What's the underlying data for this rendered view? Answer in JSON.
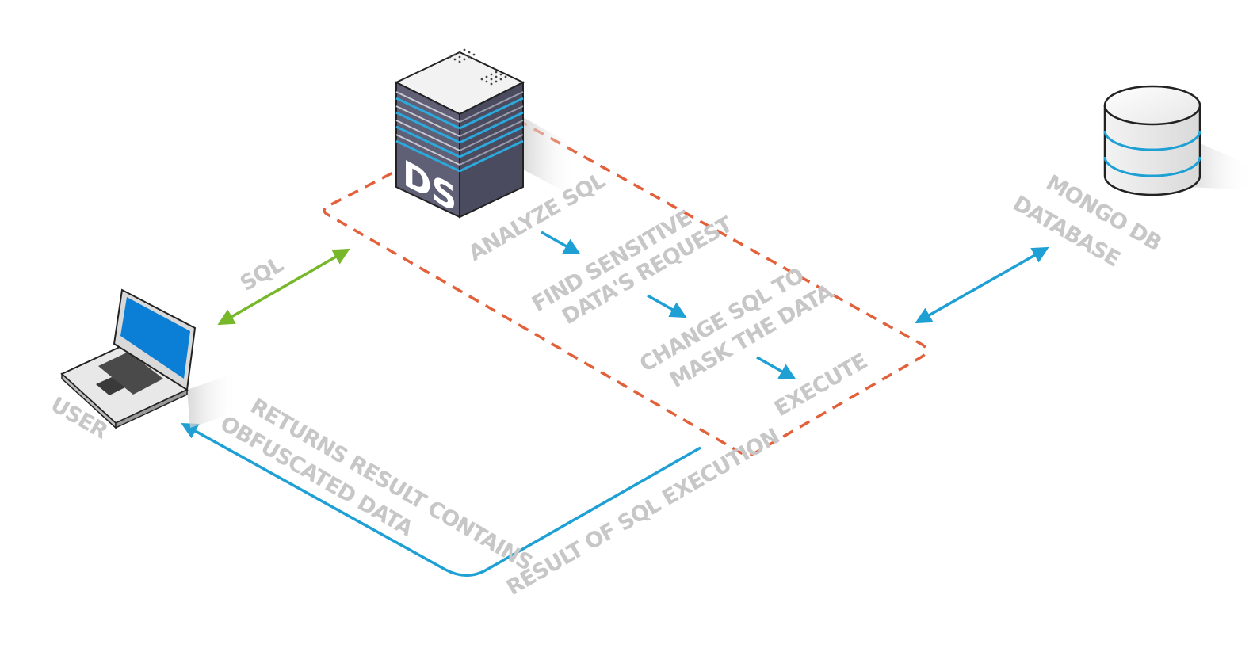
{
  "colors": {
    "background": "#ffffff",
    "label_gray": "#c7c7c7",
    "dashed_box": "#e2603a",
    "sql_arrow": "#76b82a",
    "blue_flow": "#1ea0d5",
    "server_dark": "#55566a",
    "server_accent": "#1fa7da",
    "laptop_screen": "#0b7fd6"
  },
  "nodes": {
    "user": {
      "label": "USER",
      "icon": "laptop-icon"
    },
    "server": {
      "badge": "DS",
      "icon": "server-icon"
    },
    "database": {
      "line1": "MONGO DB",
      "line2": "DATABASE",
      "icon": "database-icon"
    }
  },
  "edges": {
    "sql": {
      "label": "SQL"
    },
    "result": {
      "label": "RESULT OF SQL EXECUTION"
    },
    "returns": {
      "line1": "RETURNS RESULT CONTAINS",
      "line2": "OBFUSCATED DATA"
    }
  },
  "process_steps": [
    {
      "line1": "ANALYZE SQL",
      "line2": ""
    },
    {
      "line1": "FIND SENSITIVE",
      "line2": "DATA'S REQUEST"
    },
    {
      "line1": "CHANGE SQL TO",
      "line2": "MASK THE DATA"
    },
    {
      "line1": "EXECUTE",
      "line2": ""
    }
  ]
}
